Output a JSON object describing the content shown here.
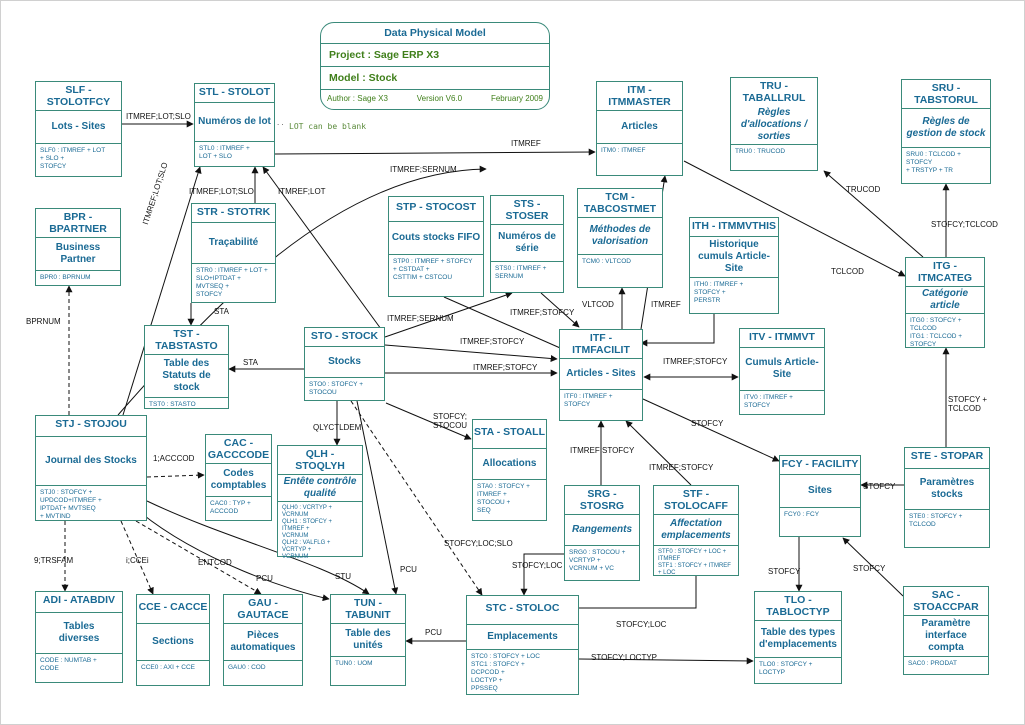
{
  "header": {
    "title": "Data Physical Model",
    "project_label": "Project : Sage ERP X3",
    "model_label": "Model   : Stock",
    "author": "Author : Sage X3",
    "version": "Version V6.0",
    "date": "February 2009"
  },
  "note": "LOT can be blank",
  "entities": [
    {
      "id": "slf",
      "title": "SLF -\nSTOLOTFCY",
      "desc": "Lots - Sites",
      "keys": "SLF0 : ITMREF + LOT\n+ SLO +\nSTOFCY"
    },
    {
      "id": "stl",
      "title": "STL - STOLOT",
      "desc": "Numéros de lot",
      "keys": "STL0 : ITMREF +\nLOT + SLO"
    },
    {
      "id": "bpr",
      "title": "BPR -\nBPARTNER",
      "desc": "Business\nPartner",
      "keys": "BPR0 : BPRNUM"
    },
    {
      "id": "str",
      "title": "STR - STOTRK",
      "desc": "Traçabilité",
      "keys": "STR0 : ITMREF + LOT +\nSLO+IPTDAT +\nMVTSEQ +\nSTOFCY"
    },
    {
      "id": "tst",
      "title": "TST -\nTABSTASTO",
      "desc": "Table des\nStatuts de\nstock",
      "keys": "TST0 : STASTO"
    },
    {
      "id": "sto",
      "title": "STO - STOCK",
      "desc": "Stocks",
      "keys": "STO0 : STOFCY +\nSTOCOU"
    },
    {
      "id": "stp",
      "title": "STP - STOCOST",
      "desc": "Couts stocks FIFO",
      "keys": "STP0 : ITMREF + STOFCY\n+ CSTDAT +\nCSTTIM + CSTCOU"
    },
    {
      "id": "sts",
      "title": "STS -\nSTOSER",
      "desc": "Numéros de\nsérie",
      "keys": "STS0 : ITMREF +\nSERNUM"
    },
    {
      "id": "tcm",
      "title": "TCM -\nTABCOSTMET",
      "desc": "Méthodes de\nvalorisation",
      "keys": "TCM0 : VLTCOD"
    },
    {
      "id": "itm",
      "title": "ITM -\nITMMASTER",
      "desc": "Articles",
      "keys": "ITM0 : ITMREF"
    },
    {
      "id": "tru",
      "title": "TRU -\nTABALLRUL",
      "desc": "Règles\nd'allocations /\nsorties",
      "keys": "TRU0 : TRUCOD"
    },
    {
      "id": "sru",
      "title": "SRU -\nTABSTORUL",
      "desc": "Règles de\ngestion de stock",
      "keys": "SRU0 : TCLCOD + STOFCY\n+ TRSTYP + TR"
    },
    {
      "id": "ith",
      "title": "ITH - ITMMVTHIS",
      "desc": "Historique\ncumuls Article-\nSite",
      "keys": "ITH0 : ITMREF +\nSTOFCY +\nPERSTR"
    },
    {
      "id": "itg",
      "title": "ITG -\nITMCATEG",
      "desc": "Catégorie\narticle",
      "keys": "ITG0 : STOFCY +\nTCLCOD\nITG1 : TCLCOD +\nSTOFCY"
    },
    {
      "id": "itf",
      "title": "ITF -\nITMFACILIT",
      "desc": "Articles - Sites",
      "keys": "ITF0 : ITMREF +\nSTOFCY"
    },
    {
      "id": "itv",
      "title": "ITV - ITMMVT",
      "desc": "Cumuls Article-\nSite",
      "keys": "ITV0 : ITMREF +\nSTOFCY"
    },
    {
      "id": "stj",
      "title": "STJ - STOJOU",
      "desc": "Journal des Stocks",
      "keys": "STJ0 : STOFCY +\nUPDCOD+ITMREF +\nIPTDAT+ MVTSEQ\n+ MVTIND"
    },
    {
      "id": "cac",
      "title": "CAC -\nGACCCODE",
      "desc": "Codes\ncomptables",
      "keys": "CAC0 : TYP +\nACCCOD"
    },
    {
      "id": "qlh",
      "title": "QLH -\nSTOQLYH",
      "desc": "Entête contrôle\nqualité",
      "keys": "QLH0 : VCRTYP +\nVCRNUM\nQLH1 : STOFCY +\nITMREF +\nVCRNUM\nQLH2 : VALFLG +\nVCRTYP +\nVCRNUM"
    },
    {
      "id": "sta",
      "title": "STA - STOALL",
      "desc": "Allocations",
      "keys": "STA0 : STOFCY +\nITMREF +\nSTOCOU +\nSEQ"
    },
    {
      "id": "srg",
      "title": "SRG -\nSTOSRG",
      "desc": "Rangements",
      "keys": "SRG0 : STOCOU +\nVCRTYP +\nVCRNUM + VC"
    },
    {
      "id": "stf",
      "title": "STF -\nSTOLOCAFF",
      "desc": "Affectation\nemplacements",
      "keys": "STF0 : STOFCY + LOC +\nITMREF\nSTF1 : STOFCY + ITMREF\n+ LOC"
    },
    {
      "id": "fcy",
      "title": "FCY - FACILITY",
      "desc": "Sites",
      "keys": "FCY0 : FCY"
    },
    {
      "id": "ste",
      "title": "STE - STOPAR",
      "desc": "Paramètres\nstocks",
      "keys": "STE0 : STOFCY +\nTCLCOD"
    },
    {
      "id": "adi",
      "title": "ADI - ATABDIV",
      "desc": "Tables\ndiverses",
      "keys": "CODE : NUMTAB +\nCODE"
    },
    {
      "id": "cce",
      "title": "CCE - CACCE",
      "desc": "Sections",
      "keys": "CCE0 : AXI + CCE"
    },
    {
      "id": "gau",
      "title": "GAU -\nGAUTACE",
      "desc": "Pièces\nautomatiques",
      "keys": "GAU0 : COD"
    },
    {
      "id": "tun",
      "title": "TUN -\nTABUNIT",
      "desc": "Table des\nunités",
      "keys": "TUN0 : UOM"
    },
    {
      "id": "stc",
      "title": "STC - STOLOC",
      "desc": "Emplacements",
      "keys": "STC0 : STOFCY + LOC\nSTC1 : STOFCY +\nDCPCOD +\nLOCTYP +\nPPSSEQ"
    },
    {
      "id": "tlo",
      "title": "TLO -\nTABLOCTYP",
      "desc": "Table des types\nd'emplacements",
      "keys": "TLO0 : STOFCY +\nLOCTYP"
    },
    {
      "id": "sac",
      "title": "SAC -\nSTOACCPAR",
      "desc": "Paramètre\ninterface\ncompta",
      "keys": "SAC0 : PRODAT"
    }
  ],
  "links": [
    "ITMREF;LOT;SLO",
    "ITMREF",
    "ITMREF;LOT;SLO",
    "ITMREF;LOT",
    "ITMREF;SERNUM",
    "ITMREF;LOT;SLO",
    "TRUCOD",
    "STOFCY;TCLCOD",
    "TCLCOD",
    "BPRNUM",
    "STA",
    "STA",
    "VLTCOD",
    "ITMREF",
    "ITMREF;SERNUM",
    "ITMREF;STOFCY",
    "ITMREF;STOFCY",
    "ITMREF;STOFCY",
    "ITMREF;STOFCY",
    "QLYCTLDEM",
    "STOFCY;\nSTOCOU",
    "STOFCY + \nTCLCOD",
    "1;ACCCOD",
    "STOFCY",
    "ITMREF;STOFCY",
    "ITMREF;STOFCY",
    "STOFCY",
    "STOFCY;LOC;SLO",
    "9;TRSFAM",
    "i;CCEi",
    "ENTCOD",
    "PCU",
    "STU",
    "PCU",
    "STOFCY;LOC",
    "STOFCY;LOC",
    "STOFCY",
    "STOFCY",
    "PCU",
    "STOFCY;LOCTYP"
  ]
}
